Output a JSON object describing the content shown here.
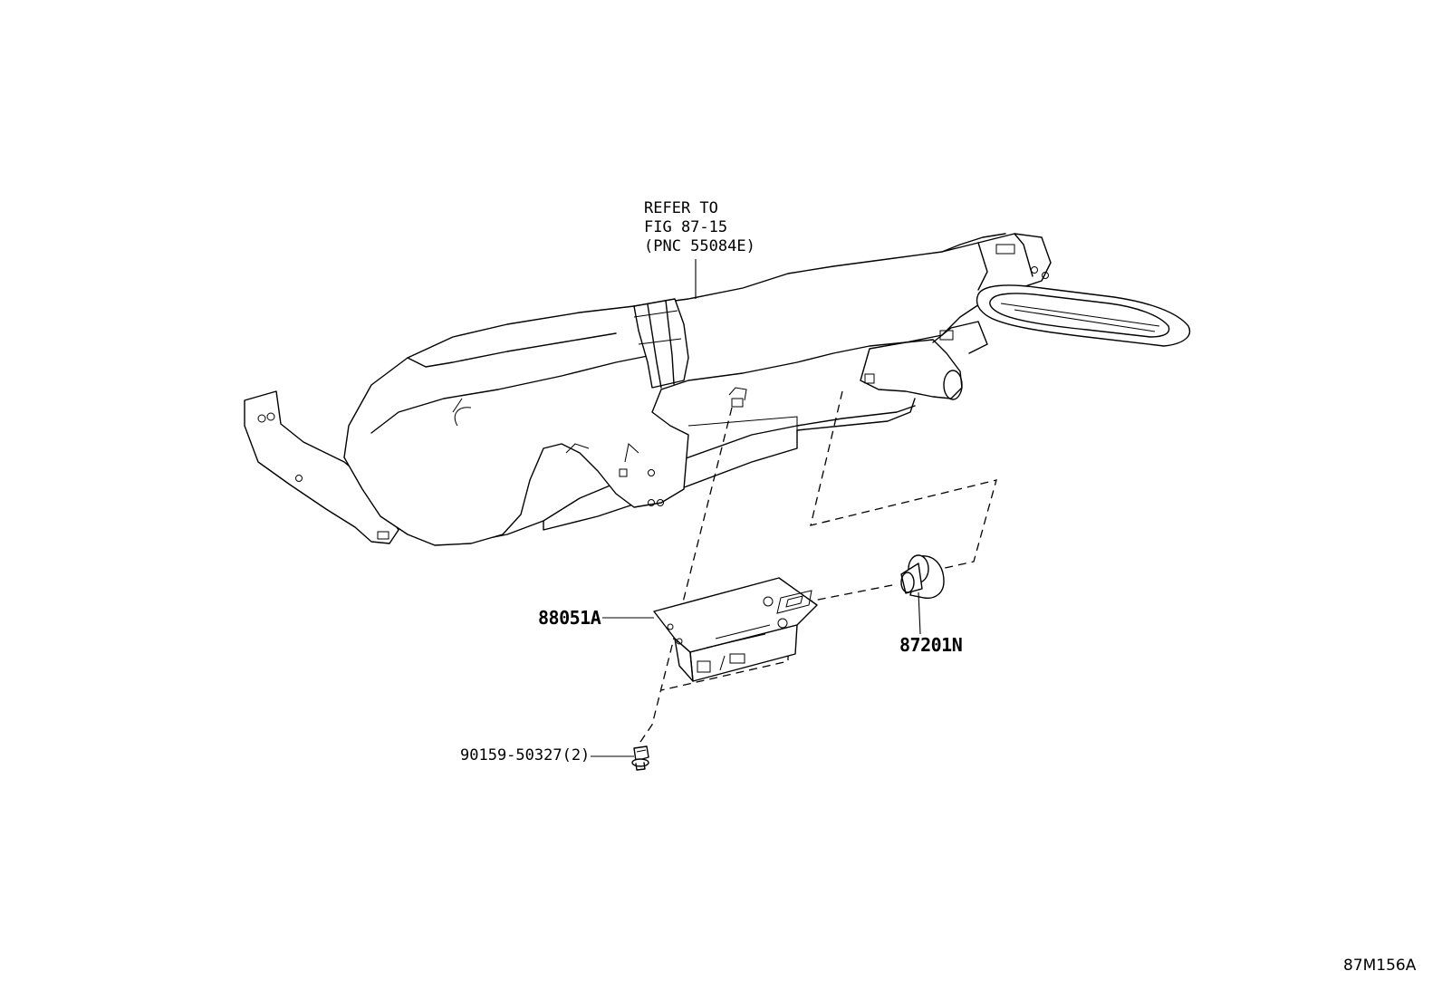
{
  "callouts": {
    "refer": {
      "line1": "REFER TO",
      "line2": "FIG 87-15",
      "line3": "(PNC 55084E)"
    },
    "part_bracket": "88051A",
    "part_bulb": "87201N",
    "part_screw": "90159-50327(2)"
  },
  "figure_id": "87M156A"
}
